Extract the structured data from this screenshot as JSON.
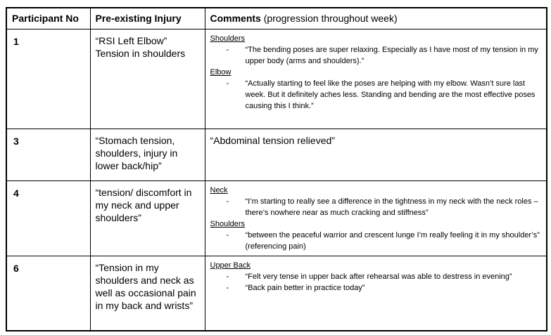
{
  "table": {
    "header": {
      "participant": "Participant No",
      "injury": "Pre-existing Injury",
      "comments_bold": "Comments",
      "comments_rest": " (progression throughout week)"
    },
    "rows": [
      {
        "participant": "1",
        "injury": "“RSI Left Elbow”\nTension in shoulders",
        "comments": [
          {
            "type": "section",
            "text": "Shoulders"
          },
          {
            "type": "bullet",
            "text": "“The bending poses are super relaxing. Especially as I have most of my tension in my upper body (arms and shoulders).”"
          },
          {
            "type": "section",
            "text": "Elbow"
          },
          {
            "type": "bullet",
            "text": "“Actually starting to feel like the poses are helping with my elbow. Wasn’t sure last week. But it definitely aches less. Standing and bending are the most effective poses causing this I think.”"
          }
        ]
      },
      {
        "participant": "3",
        "injury": "“Stomach tension, shoulders, injury in lower back/hip”",
        "comments": [
          {
            "type": "plain",
            "text": "“Abdominal tension relieved”"
          }
        ]
      },
      {
        "participant": "4",
        "injury": "“tension/ discomfort in my neck and upper shoulders”",
        "comments": [
          {
            "type": "section",
            "text": "Neck"
          },
          {
            "type": "bullet",
            "text": "“I’m starting to really see a difference in the tightness in my neck with the neck roles – there’s nowhere near as much cracking and stiffness”"
          },
          {
            "type": "section",
            "text": "Shoulders"
          },
          {
            "type": "bullet",
            "text": "“between the peaceful warrior and crescent lunge I’m really feeling it in my shoulder’s” (referencing pain)"
          }
        ]
      },
      {
        "participant": "6",
        "injury": "“Tension in my shoulders and neck as well as occasional pain in my back and wrists”",
        "comments": [
          {
            "type": "section",
            "text": "Upper Back"
          },
          {
            "type": "bullet",
            "text": "“Felt very tense in upper back after rehearsal was able to destress in evening”"
          },
          {
            "type": "bullet",
            "text": "“Back pain better in practice today”"
          }
        ]
      }
    ]
  },
  "colors": {
    "border": "#000000",
    "text": "#000000",
    "background": "#ffffff"
  }
}
